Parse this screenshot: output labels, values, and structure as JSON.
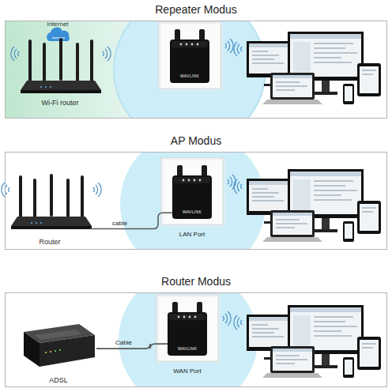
{
  "diagram": {
    "nodes": [
      {
        "text": [
          "Repeater Modus"
        ]
      },
      {
        "text": [
          "Internet"
        ],
        "in": 0
      },
      {
        "text": [
          "Wi-Fi router"
        ],
        "in": 0
      },
      {
        "text": [
          "WAVLINK"
        ],
        "in": 0
      },
      {
        "text": [
          "AP Modus"
        ]
      },
      {
        "text": [
          "Router"
        ],
        "in": 4
      },
      {
        "text": [
          "WAVLINK",
          "LAN Port"
        ],
        "in": 4
      },
      {
        "text": [
          "Router Modus"
        ]
      },
      {
        "text": [
          "ADSL"
        ],
        "in": 7
      },
      {
        "text": [
          "WAVLINK",
          "WAN Port"
        ],
        "in": 7
      }
    ],
    "edges": [
      {
        "from": 5,
        "to": 6,
        "label": "cable",
        "arrow": "none"
      },
      {
        "from": 8,
        "to": 9,
        "label": "Cable",
        "arrow": "none"
      }
    ]
  }
}
